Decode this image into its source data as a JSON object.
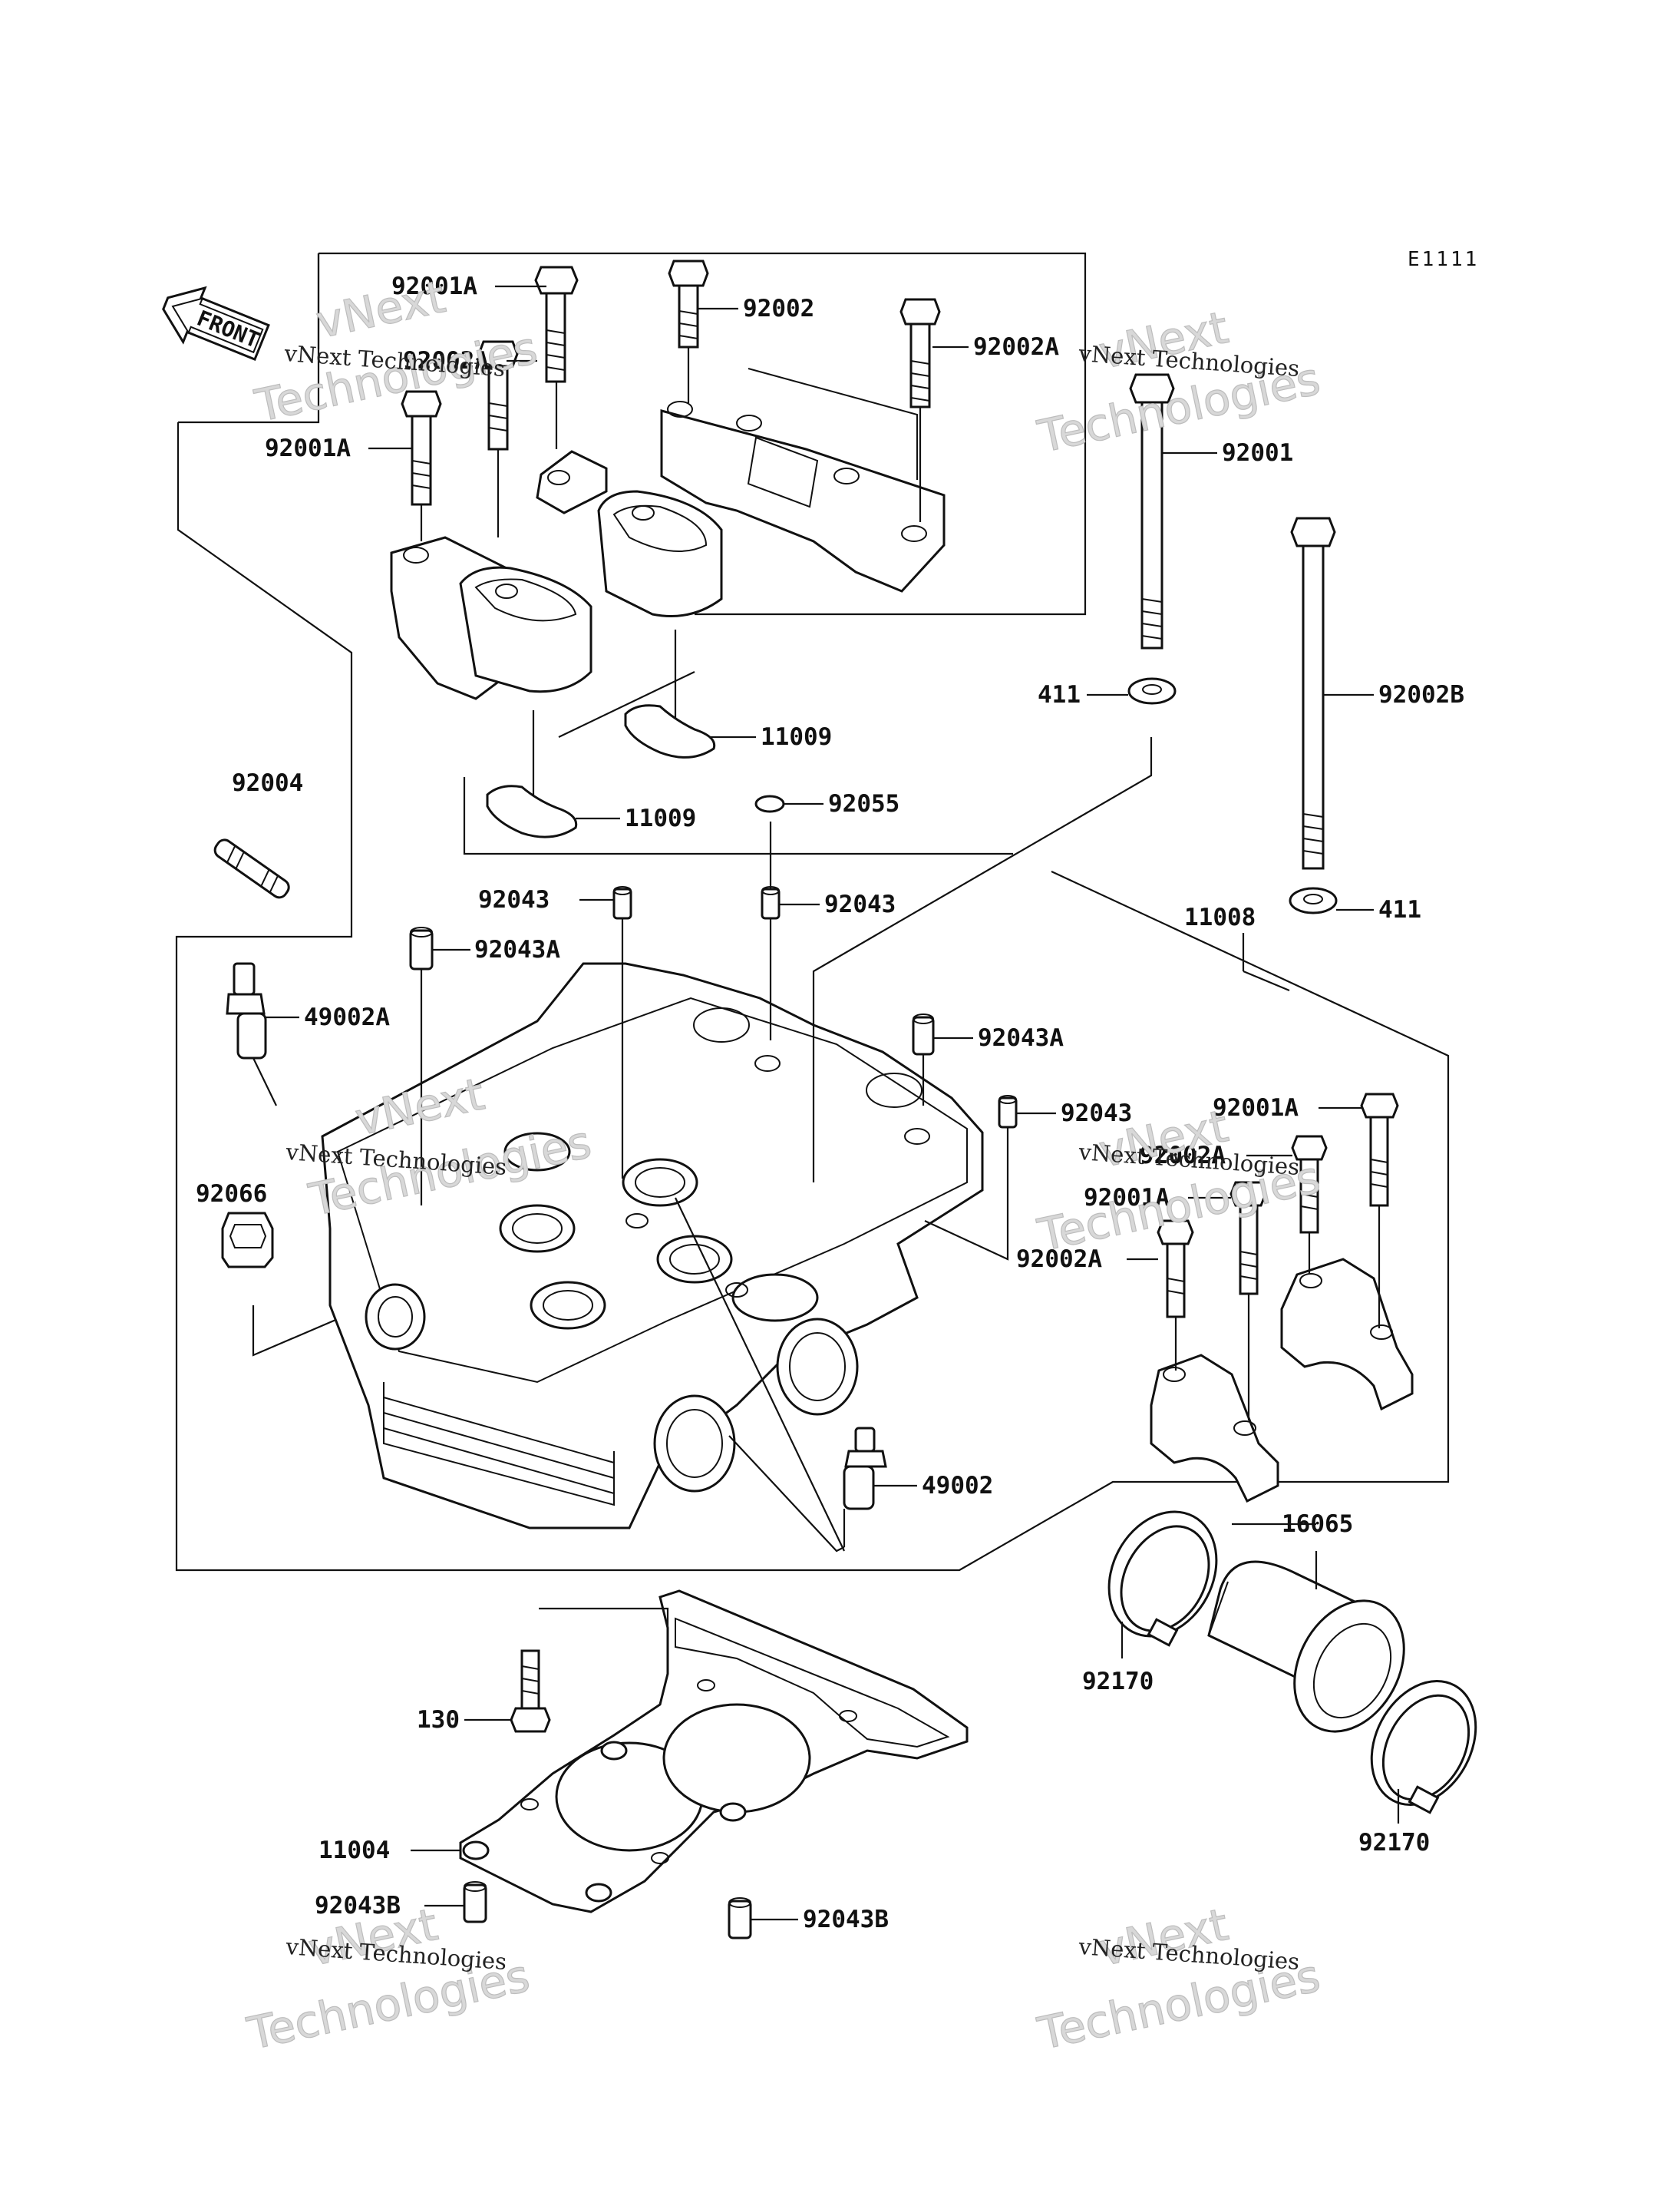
{
  "diagram_code": "E1111",
  "front_label": "FRONT",
  "watermarks": [
    {
      "line1": "vNext",
      "line2": "vNext Technologies",
      "line3": "Technologies"
    },
    {
      "line1": "vNext",
      "line2": "vNext Technologies",
      "line3": "Technologies"
    },
    {
      "line1": "vNext",
      "line2": "vNext Technologies",
      "line3": "Technologies"
    },
    {
      "line1": "vNext",
      "line2": "vNext Technologies",
      "line3": "Technologies"
    },
    {
      "line1": "vNext",
      "line2": "vNext Technologies",
      "line3": "Technologies"
    },
    {
      "line1": "vNext",
      "line2": "vNext Technologies",
      "line3": "Technologies"
    }
  ],
  "labels": [
    "92001A",
    "92002",
    "92002A",
    "92002A",
    "92001A",
    "92001",
    "411",
    "92002B",
    "11009",
    "11009",
    "92004",
    "92055",
    "92043",
    "92043",
    "92043A",
    "11008",
    "411",
    "49002A",
    "92043A",
    "92043",
    "92001A",
    "92002A",
    "92066",
    "92001A",
    "92002A",
    "49002",
    "16065",
    "130",
    "92170",
    "11004",
    "92170",
    "92043B",
    "92043B"
  ]
}
